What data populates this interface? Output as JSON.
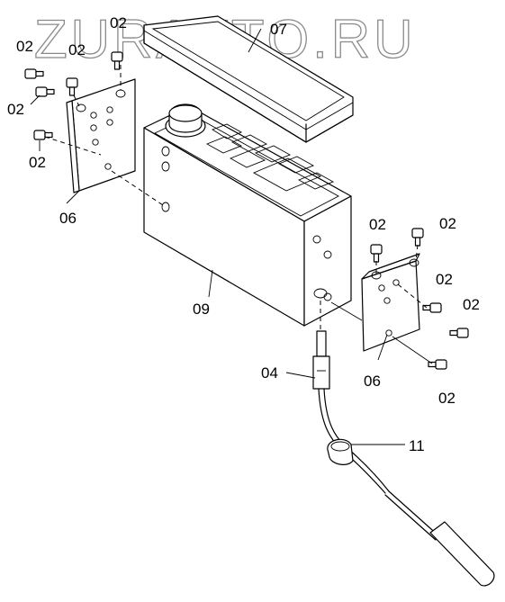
{
  "watermark": "ZURAVTO.RU",
  "labels": {
    "l02_a": "02",
    "l02_b": "02",
    "l02_c": "02",
    "l02_d": "02",
    "l02_e": "02",
    "l07": "07",
    "l06_left": "06",
    "l09": "09",
    "l02_f": "02",
    "l02_g": "02",
    "l02_h": "02",
    "l02_i": "02",
    "l02_j": "02",
    "l04": "04",
    "l06_right": "06",
    "l11": "11"
  }
}
